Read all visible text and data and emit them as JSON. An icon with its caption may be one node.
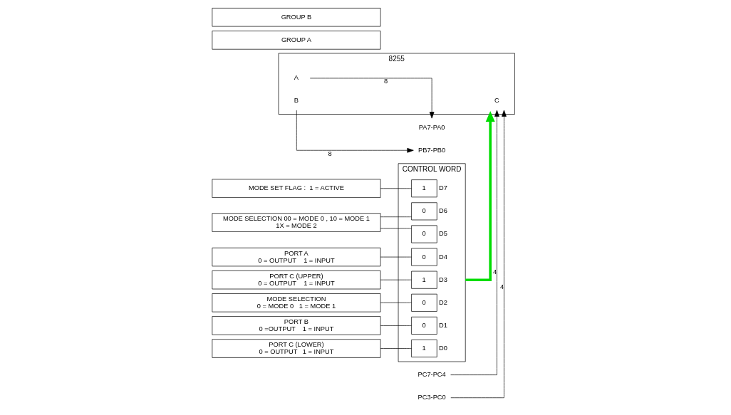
{
  "diagram": {
    "nodes": [
      {
        "text": [
          "MODE SET FLAG :  1 = ACTIVE"
        ]
      },
      {
        "text": [
          "GROUP A"
        ]
      },
      {
        "text": [
          "MODE SELECTION 00 = MODE 0 , 10 = MODE 1",
          "1X = MODE 2"
        ]
      },
      {
        "text": [
          "PORT A",
          "0 = OUTPUT    1 = INPUT"
        ]
      },
      {
        "text": [
          "PORT C (UPPER)",
          "0 = OUTPUT    1 = INPUT"
        ]
      },
      {
        "text": [
          "GROUP B"
        ]
      },
      {
        "text": [
          "MODE SELECTION",
          "0 = MODE 0   1 = MODE 1"
        ]
      },
      {
        "text": [
          "PORT B",
          "0 =OUTPUT    1 = INPUT"
        ]
      },
      {
        "text": [
          "PORT C (LOWER)",
          "0 = OUTPUT   1 = INPUT"
        ]
      },
      {
        "text": [
          "CONTROL WORD"
        ]
      },
      {
        "text": [
          "1"
        ],
        "beside": [
          "D7"
        ],
        "in": 9
      },
      {
        "text": [
          "0"
        ],
        "beside": [
          "D6"
        ],
        "in": 9
      },
      {
        "text": [
          "0"
        ],
        "beside": [
          "D5"
        ],
        "in": 9
      },
      {
        "text": [
          "0"
        ],
        "beside": [
          "D4"
        ],
        "in": 9
      },
      {
        "text": [
          "1"
        ],
        "beside": [
          "D3"
        ],
        "in": 9
      },
      {
        "text": [
          "0"
        ],
        "beside": [
          "D2"
        ],
        "in": 9
      },
      {
        "text": [
          "0"
        ],
        "beside": [
          "D1"
        ],
        "in": 9
      },
      {
        "text": [
          "1"
        ],
        "beside": [
          "D0"
        ],
        "in": 9
      },
      {
        "text": [
          "8255"
        ]
      },
      {
        "text": [
          "A"
        ],
        "in": 18
      },
      {
        "text": [
          "C"
        ],
        "in": 18
      },
      {
        "text": [
          "B"
        ],
        "in": 18
      },
      {
        "text": [
          "PA7-PA0"
        ]
      },
      {
        "text": [
          "PC7-PC4"
        ]
      },
      {
        "text": [
          "PC3-PC0"
        ]
      },
      {
        "text": [
          "PB7-PB0"
        ]
      }
    ],
    "edges": [
      {
        "from": 0,
        "to": 10,
        "arrow": "none"
      },
      {
        "from": 2,
        "to": 11,
        "arrow": "none"
      },
      {
        "from": 2,
        "to": 12,
        "arrow": "none"
      },
      {
        "from": 3,
        "to": 13,
        "arrow": "none"
      },
      {
        "from": 4,
        "to": 14,
        "arrow": "none"
      },
      {
        "from": 6,
        "to": 15,
        "arrow": "none"
      },
      {
        "from": 7,
        "to": 16,
        "arrow": "none"
      },
      {
        "from": 8,
        "to": 17,
        "arrow": "none"
      },
      {
        "from": 9,
        "to": 18,
        "arrow": "to",
        "style": "thick",
        "color": "#00dd00"
      },
      {
        "from": 19,
        "to": 22,
        "label": "8",
        "arrow": "to"
      },
      {
        "from": 23,
        "to": 20,
        "label": "4",
        "arrow": "to"
      },
      {
        "from": 24,
        "to": 20,
        "label": "4",
        "arrow": "to"
      },
      {
        "from": 21,
        "to": 25,
        "label": "8",
        "arrow": "to"
      }
    ]
  }
}
